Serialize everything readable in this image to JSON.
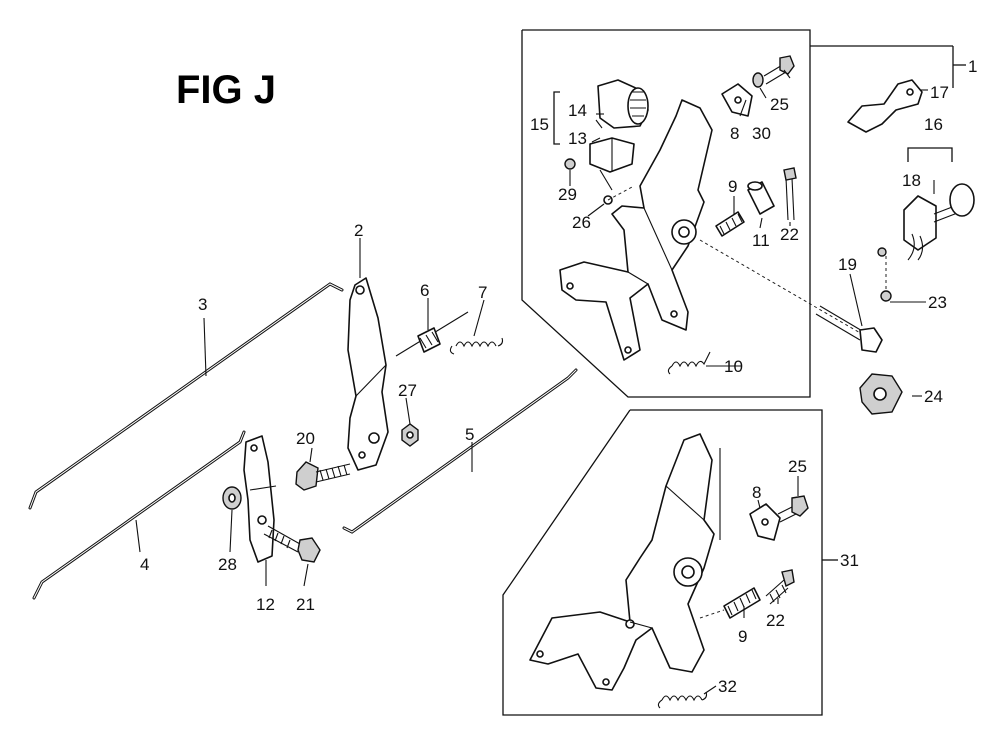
{
  "figure": {
    "title": "FIG J"
  },
  "callouts": {
    "c1": "1",
    "c2": "2",
    "c3": "3",
    "c4": "4",
    "c5": "5",
    "c6": "6",
    "c7": "7",
    "c8a": "8",
    "c8b": "8",
    "c9a": "9",
    "c9b": "9",
    "c10": "10",
    "c11": "11",
    "c12": "12",
    "c13": "13",
    "c14": "14",
    "c15": "15",
    "c16": "16",
    "c17": "17",
    "c18": "18",
    "c19": "19",
    "c20": "20",
    "c21": "21",
    "c22a": "22",
    "c22b": "22",
    "c23": "23",
    "c24": "24",
    "c25a": "25",
    "c25b": "25",
    "c26": "26",
    "c27": "27",
    "c28": "28",
    "c29": "29",
    "c30": "30",
    "c31": "31",
    "c32": "32"
  }
}
